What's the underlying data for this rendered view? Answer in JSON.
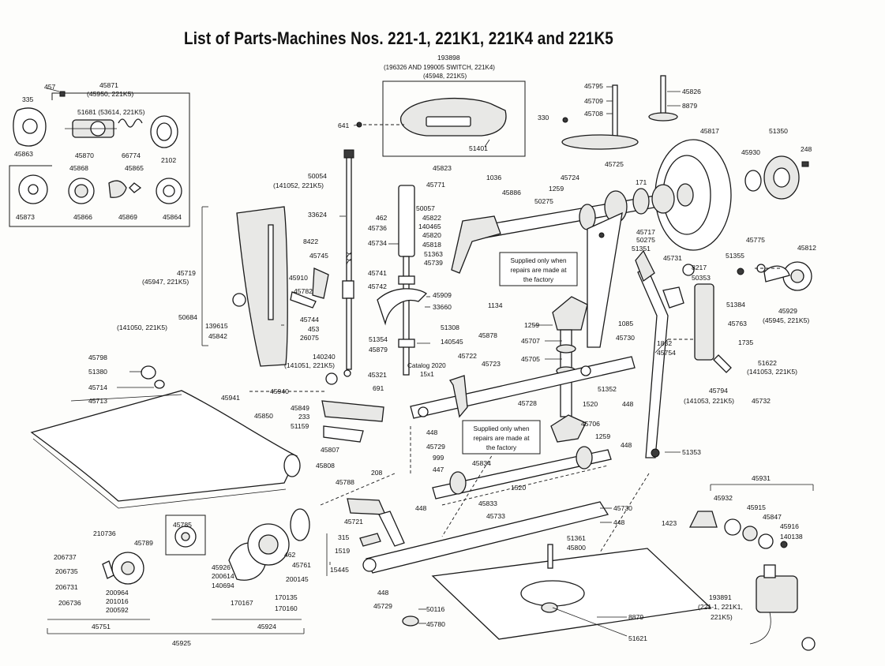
{
  "title": "List of Parts-Machines Nos. 221-1, 221K1, 221K4 and 221K5",
  "notes": {
    "supplied_1": [
      "Supplied only when",
      "repairs are made at",
      "the factory"
    ],
    "supplied_2": [
      "Supplied only when",
      "repairs are made at",
      "the factory"
    ],
    "catalog": [
      "Catalog 2020",
      "15x1"
    ]
  },
  "labels": [
    "457",
    "335",
    "45871",
    "(45950, 221K5)",
    "51681 (53614, 221K5)",
    "45863",
    "45870",
    "66774",
    "2102",
    "45868",
    "45865",
    "45873",
    "45866",
    "45869",
    "45864",
    "193898",
    "(196326 AND 199005 SWITCH, 221K4)",
    "(45948, 221K5)",
    "641",
    "51401",
    "45795",
    "45709",
    "45708",
    "330",
    "45826",
    "8879",
    "45817",
    "51350",
    "45930",
    "248",
    "50054",
    "(141052, 221K5)",
    "45823",
    "45771",
    "1036",
    "45886",
    "45724",
    "45725",
    "1259",
    "171",
    "50275",
    "462",
    "45736",
    "50057",
    "45822",
    "140465",
    "45820",
    "45818",
    "51363",
    "45739",
    "33624",
    "45734",
    "8422",
    "45745",
    "45719",
    "(45947, 221K5)",
    "45910",
    "45741",
    "45742",
    "45782",
    "45909",
    "33660",
    "1134",
    "45717",
    "50275",
    "51351",
    "45775",
    "45812",
    "51355",
    "45731",
    "8217",
    "50353",
    "51384",
    "45929",
    "(45945, 221K5)",
    "45763",
    "50684",
    "(141050, 221K5)",
    "139615",
    "45842",
    "45744",
    "453",
    "26075",
    "51308",
    "140545",
    "51354",
    "45879",
    "45878",
    "1259",
    "45707",
    "45705",
    "1085",
    "45730",
    "1832",
    "45754",
    "1735",
    "51622",
    "(141053, 221K5)",
    "140240",
    "(141051, 221K5)",
    "45321",
    "45722",
    "45723",
    "45798",
    "51380",
    "45714",
    "45713",
    "45941",
    "45940",
    "691",
    "45850",
    "45849",
    "233",
    "51159",
    "45807",
    "45808",
    "45728",
    "1520",
    "51352",
    "448",
    "45794",
    "(141053, 221K5)",
    "45732",
    "448",
    "45729",
    "999",
    "45706",
    "1259",
    "448",
    "51353",
    "447",
    "45834",
    "208",
    "45788",
    "45833",
    "1520",
    "448",
    "45730",
    "45721",
    "45733",
    "448",
    "45931",
    "45932",
    "45915",
    "45847",
    "45916",
    "1423",
    "140138",
    "45785",
    "210736",
    "45789",
    "206737",
    "206735",
    "206731",
    "206736",
    "200964",
    "201016",
    "200592",
    "45926",
    "200614",
    "140694",
    "170167",
    "170135",
    "170160",
    "462",
    "45761",
    "200145",
    "315",
    "1519",
    "15445",
    "51361",
    "45800",
    "448",
    "45729",
    "50116",
    "45780",
    "8879",
    "51621",
    "193891",
    "(221-1, 221K1,",
    "221K5)",
    "45751",
    "45924",
    "45925"
  ]
}
